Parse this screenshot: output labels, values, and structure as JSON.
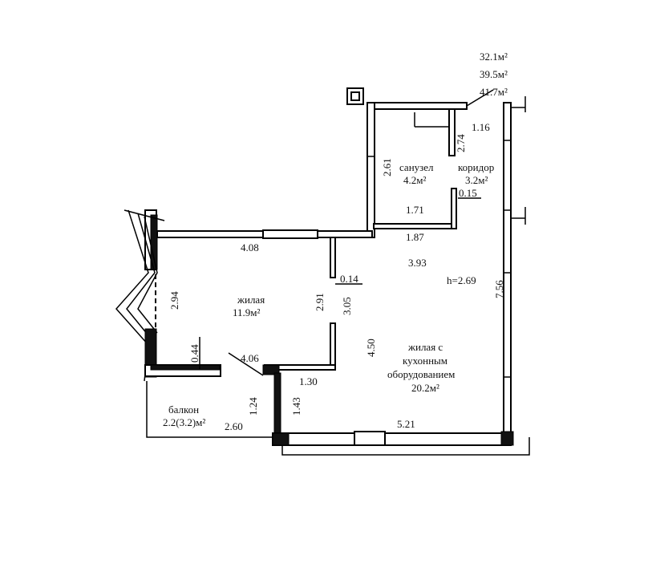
{
  "areas": {
    "total": "32.1м²",
    "living_total": "39.5м²",
    "overall": "41.7м²"
  },
  "rooms": {
    "bathroom": {
      "name": "санузел",
      "area": "4.2м²"
    },
    "corridor": {
      "name": "коридор",
      "area": "3.2м²"
    },
    "living": {
      "name": "жилая",
      "area": "11.9м²"
    },
    "kitchen_living": {
      "name_line1": "жилая с",
      "name_line2": "кухонным",
      "name_line3": "оборудованием",
      "area": "20.2м²"
    },
    "balcony": {
      "name": "балкон",
      "area": "2.2(3.2)м²"
    }
  },
  "ceiling_height": "h=2.69",
  "dimensions": {
    "d116": "1.16",
    "d274": "2.74",
    "d261": "2.61",
    "d015": "0.15",
    "d171": "1.71",
    "d187": "1.87",
    "d408": "4.08",
    "d393": "3.93",
    "d014": "0.14",
    "d756": "7.56",
    "d294": "2.94",
    "d291": "2.91",
    "d305": "3.05",
    "d044": "0.44",
    "d406": "4.06",
    "d450": "4.50",
    "d130": "1.30",
    "d124": "1.24",
    "d143": "1.43",
    "d260": "2.60",
    "d521": "5.21"
  }
}
